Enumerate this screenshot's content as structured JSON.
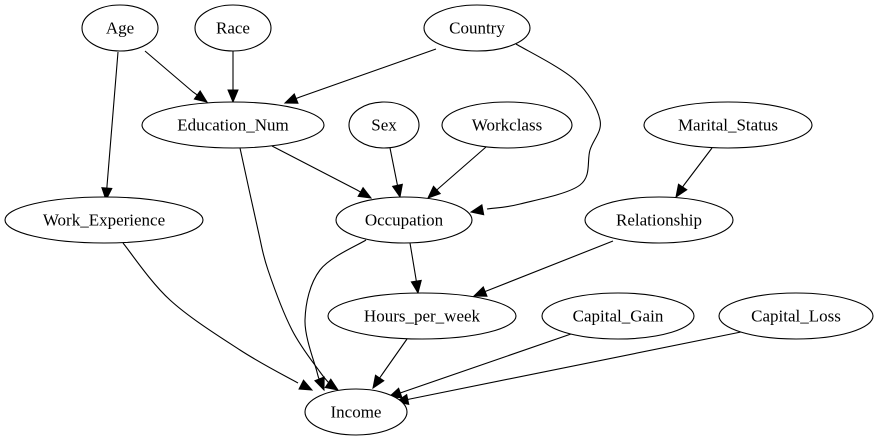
{
  "diagram": {
    "type": "directed-graph",
    "nodes": [
      {
        "id": "age",
        "label": "Age"
      },
      {
        "id": "race",
        "label": "Race"
      },
      {
        "id": "country",
        "label": "Country"
      },
      {
        "id": "education_num",
        "label": "Education_Num"
      },
      {
        "id": "sex",
        "label": "Sex"
      },
      {
        "id": "workclass",
        "label": "Workclass"
      },
      {
        "id": "marital_status",
        "label": "Marital_Status"
      },
      {
        "id": "work_experience",
        "label": "Work_Experience"
      },
      {
        "id": "occupation",
        "label": "Occupation"
      },
      {
        "id": "relationship",
        "label": "Relationship"
      },
      {
        "id": "hours_per_week",
        "label": "Hours_per_week"
      },
      {
        "id": "capital_gain",
        "label": "Capital_Gain"
      },
      {
        "id": "capital_loss",
        "label": "Capital_Loss"
      },
      {
        "id": "income",
        "label": "Income"
      }
    ],
    "edges": [
      {
        "from": "age",
        "to": "education_num"
      },
      {
        "from": "age",
        "to": "work_experience"
      },
      {
        "from": "race",
        "to": "education_num"
      },
      {
        "from": "country",
        "to": "education_num"
      },
      {
        "from": "country",
        "to": "occupation"
      },
      {
        "from": "education_num",
        "to": "occupation"
      },
      {
        "from": "education_num",
        "to": "income"
      },
      {
        "from": "sex",
        "to": "occupation"
      },
      {
        "from": "workclass",
        "to": "occupation"
      },
      {
        "from": "marital_status",
        "to": "relationship"
      },
      {
        "from": "work_experience",
        "to": "income"
      },
      {
        "from": "occupation",
        "to": "hours_per_week"
      },
      {
        "from": "occupation",
        "to": "income"
      },
      {
        "from": "relationship",
        "to": "hours_per_week"
      },
      {
        "from": "hours_per_week",
        "to": "income"
      },
      {
        "from": "capital_gain",
        "to": "income"
      },
      {
        "from": "capital_loss",
        "to": "income"
      }
    ]
  }
}
